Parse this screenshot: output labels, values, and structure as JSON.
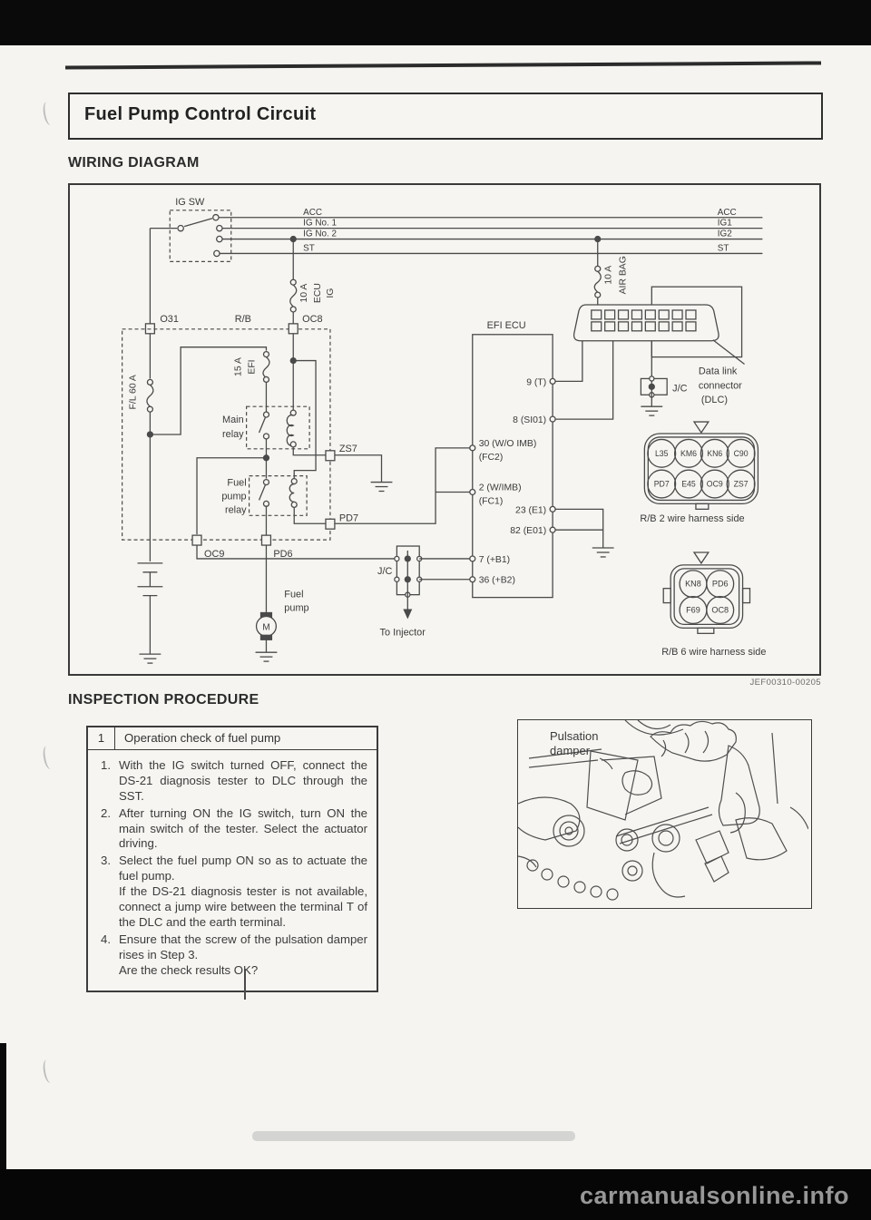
{
  "header": {
    "title": "Fuel Pump Control Circuit",
    "wiring_heading": "WIRING DIAGRAM",
    "inspection_heading": "INSPECTION PROCEDURE"
  },
  "diagram": {
    "code": "JEF00310-00205",
    "ig_sw": "IG SW",
    "sw_lines": [
      "ACC",
      "IG No. 1",
      "IG No. 2",
      "ST"
    ],
    "bus_labels": [
      "ACC",
      "IG1",
      "IG2",
      "ST"
    ],
    "fuse_ecu_ig": [
      "10 A",
      "ECU",
      "IG"
    ],
    "fuse_air_bag": [
      "10 A",
      "AIR BAG"
    ],
    "fuse_efi": [
      "15 A",
      "EFI"
    ],
    "fusible_link": "F/L 60 A",
    "conn_o31": "O31",
    "rb_label": "R/B",
    "conn_oc8": "OC8",
    "main_relay": [
      "Main",
      "relay"
    ],
    "fuel_pump_relay": [
      "Fuel",
      "pump",
      "relay"
    ],
    "conn_zs7": "ZS7",
    "conn_pd7": "PD7",
    "conn_oc9": "OC9",
    "conn_pd6": "PD6",
    "fuel_pump": [
      "Fuel",
      "pump"
    ],
    "motor": "M",
    "jc": "J/C",
    "to_injector": "To Injector",
    "ecu": "EFI ECU",
    "pins": {
      "p9": "9 (T)",
      "p8": "8 (SI01)",
      "p30": "30 (W/O IMB)",
      "p30b": "(FC2)",
      "p2": "2 (W/IMB)",
      "p2b": "(FC1)",
      "p23": "23 (E1)",
      "p82": "82 (E01)",
      "p7": "7 (+B1)",
      "p36": "36 (+B2)"
    },
    "dlc": [
      "Data link",
      "connector",
      "(DLC)"
    ],
    "harness8": {
      "pins": [
        "L35",
        "KM6",
        "KN6",
        "C90",
        "PD7",
        "E45",
        "OC9",
        "ZS7"
      ],
      "caption": "R/B 2 wire harness side"
    },
    "harness4": {
      "pins": [
        "KN8",
        "PD6",
        "F69",
        "OC8"
      ],
      "caption": "R/B 6 wire harness side"
    }
  },
  "inspection": {
    "step_no": "1",
    "step_title": "Operation check of fuel pump",
    "items": [
      {
        "num": "1.",
        "text": "With the IG switch turned OFF, connect the DS-21 diagnosis tester to DLC through the SST."
      },
      {
        "num": "2.",
        "text": "After turning ON the IG switch, turn ON the main switch of the tester. Select the actuator driving."
      },
      {
        "num": "3.",
        "text": "Select the fuel pump ON so as to actuate the fuel pump.",
        "text2": "If the DS-21 diagnosis tester is not available, connect a jump wire between the terminal T of the DLC and the earth terminal."
      },
      {
        "num": "4.",
        "text": "Ensure that the screw of the pulsation damper rises in Step 3.",
        "text2": "Are the check results OK?"
      }
    ]
  },
  "figure": {
    "label1": "Pulsation",
    "label2": "damper"
  },
  "footer": {
    "watermark": "carmanualsonline.info"
  }
}
